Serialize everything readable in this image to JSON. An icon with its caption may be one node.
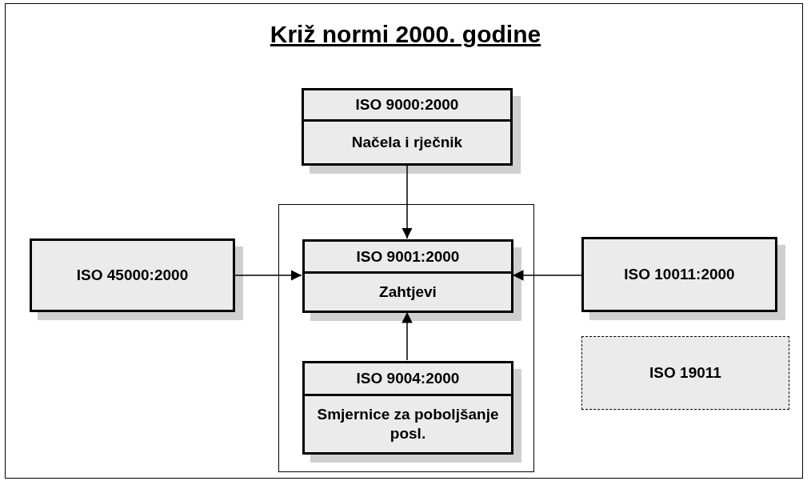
{
  "diagram": {
    "title": "Križ normi 2000. godine",
    "nodes": [
      {
        "text": [
          "ISO 9000:2000",
          "Načela i rječnik"
        ]
      },
      {
        "text": [],
        "shape": "box"
      },
      {
        "text": [
          "ISO 9001:2000",
          "Zahtjevi"
        ],
        "in": 1
      },
      {
        "text": [
          "ISO 9004:2000",
          "Smjernice za poboljšanje posl."
        ],
        "in": 1
      },
      {
        "text": [
          "ISO 45000:2000"
        ]
      },
      {
        "text": [
          "ISO 10011:2000"
        ]
      },
      {
        "text": [
          "ISO 19011"
        ]
      }
    ],
    "edges": [
      {
        "from": 0,
        "to": 2,
        "arrow": "to"
      },
      {
        "from": 4,
        "to": 2,
        "arrow": "to"
      },
      {
        "from": 5,
        "to": 2,
        "arrow": "to"
      },
      {
        "from": 3,
        "to": 2,
        "arrow": "to"
      }
    ]
  }
}
